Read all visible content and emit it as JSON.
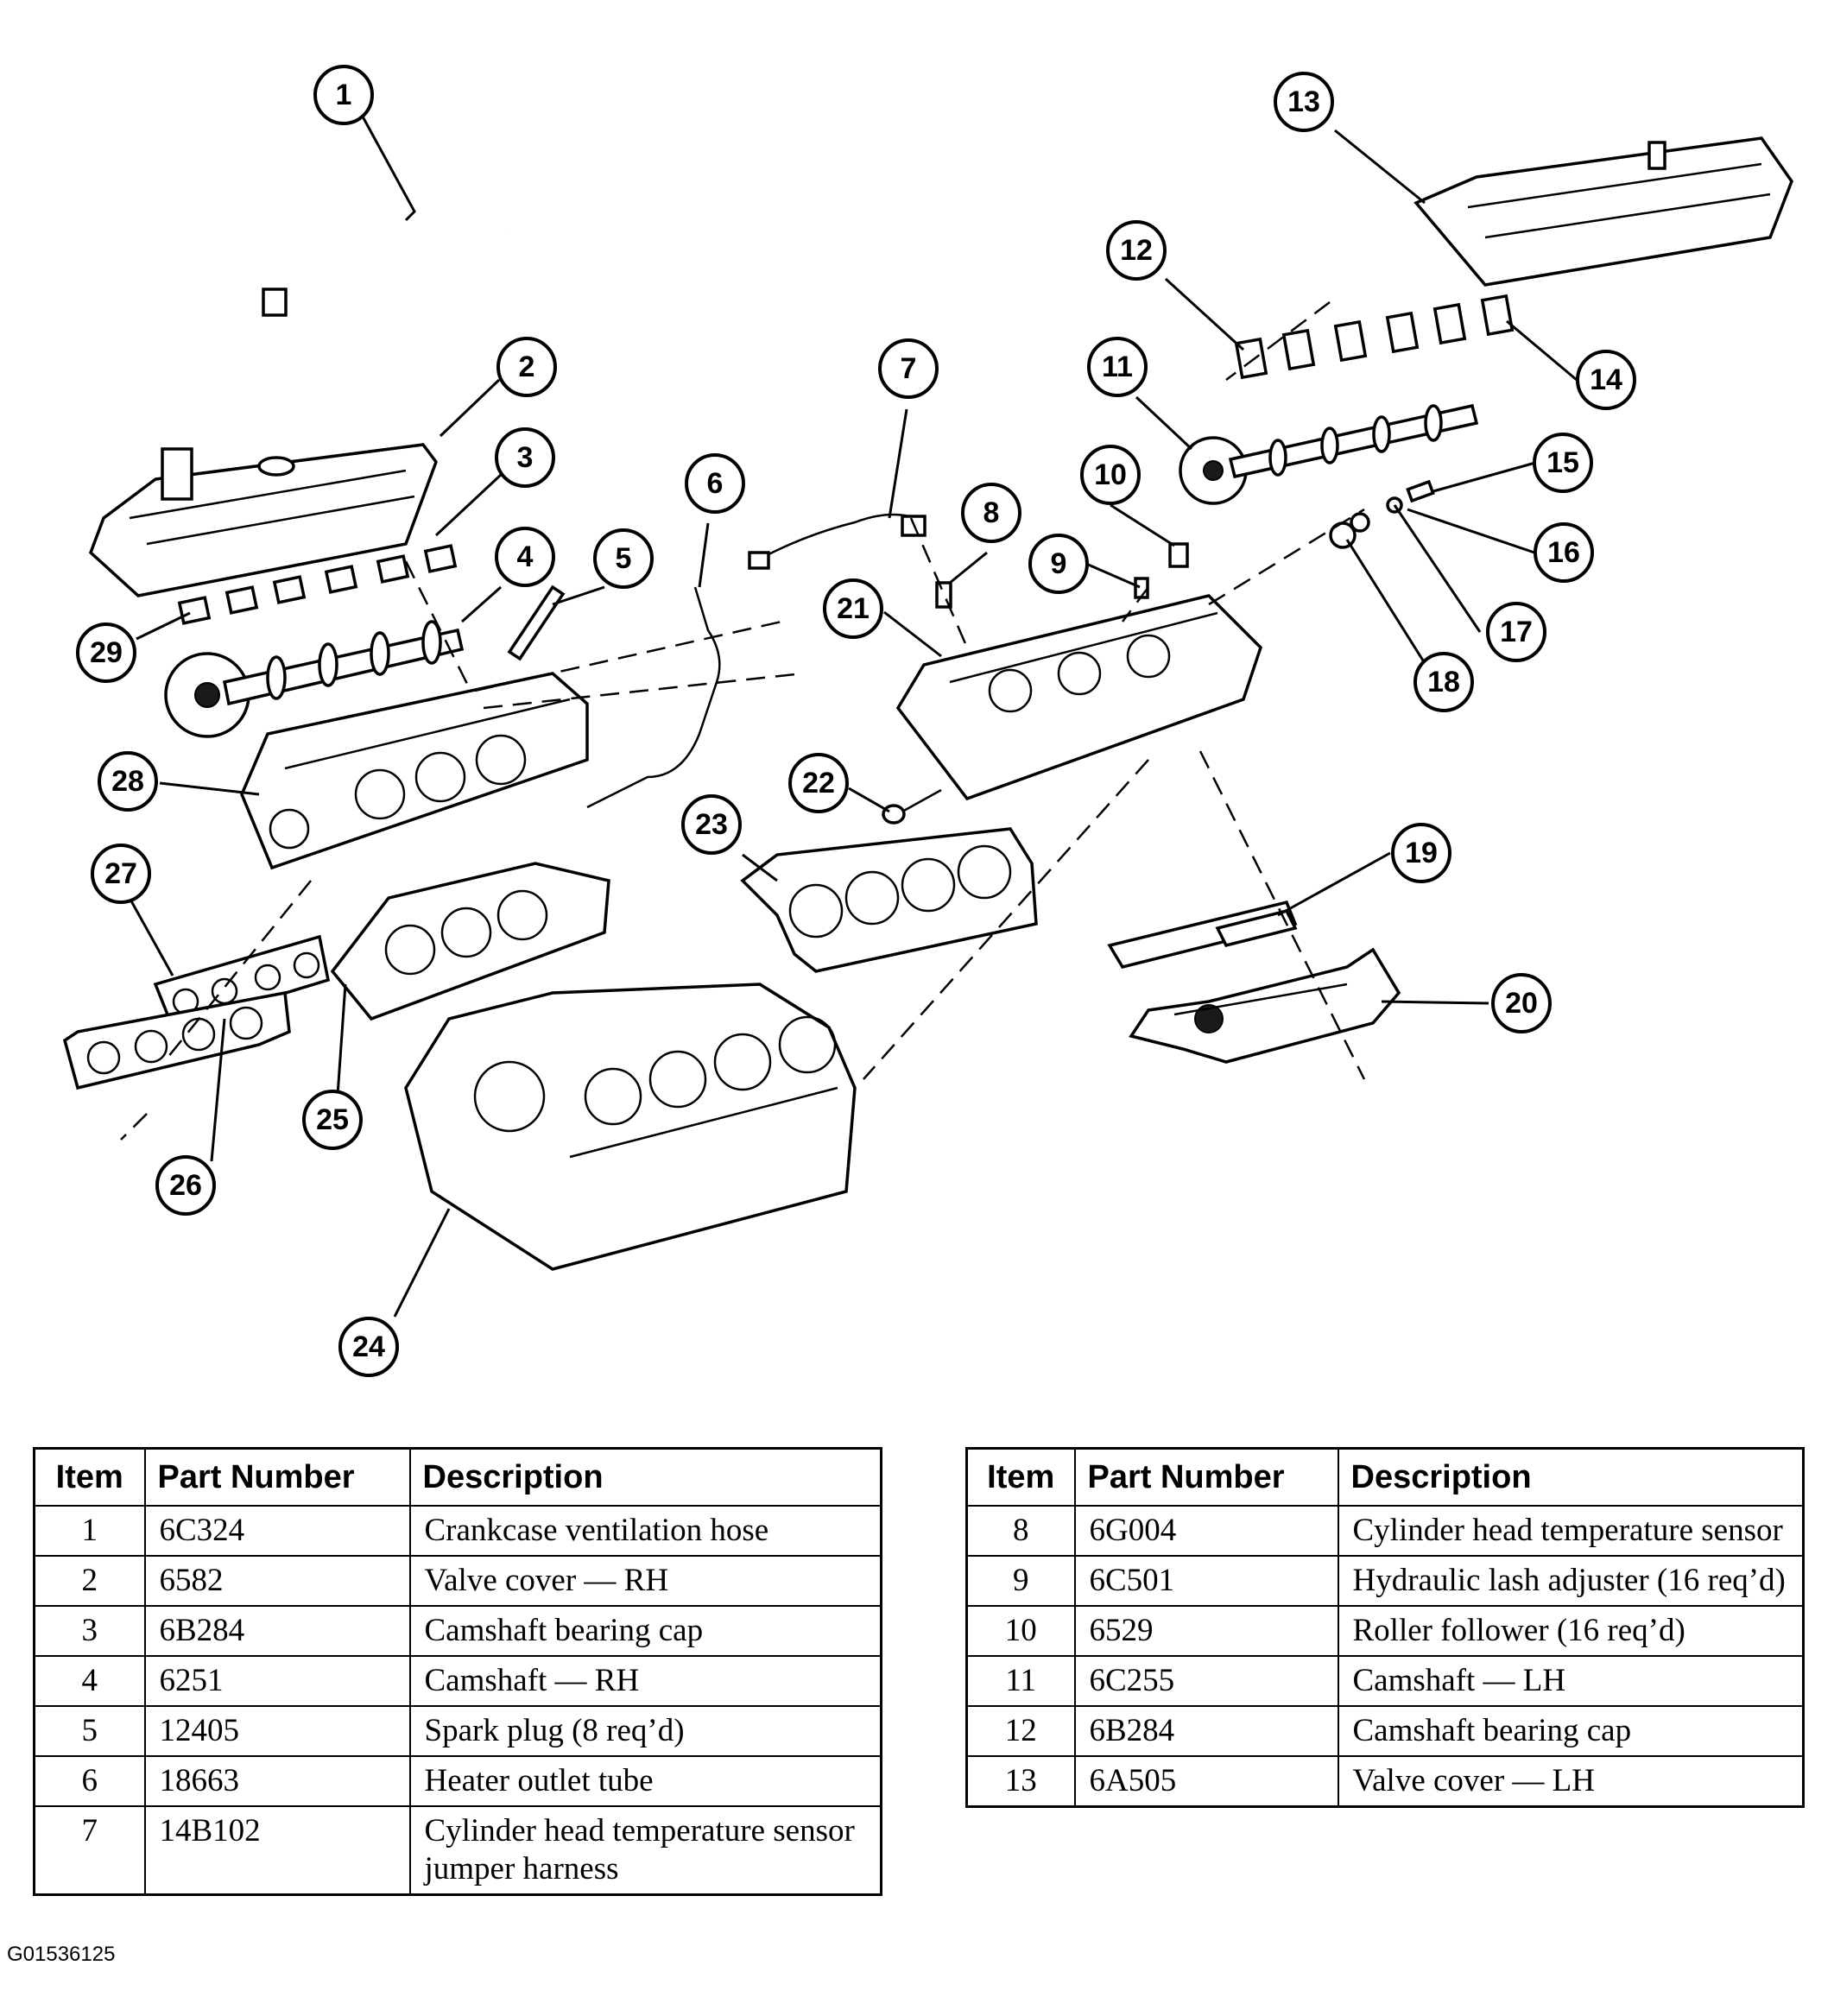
{
  "callouts": [
    "1",
    "2",
    "3",
    "4",
    "5",
    "6",
    "7",
    "8",
    "9",
    "10",
    "11",
    "12",
    "13",
    "14",
    "15",
    "16",
    "17",
    "18",
    "19",
    "20",
    "21",
    "22",
    "23",
    "24",
    "25",
    "26",
    "27",
    "28",
    "29"
  ],
  "table_headers": {
    "item": "Item",
    "part_number": "Part Number",
    "description": "Description"
  },
  "parts_left": [
    {
      "item": "1",
      "part_number": "6C324",
      "description": "Crankcase ventilation hose"
    },
    {
      "item": "2",
      "part_number": "6582",
      "description": "Valve cover — RH"
    },
    {
      "item": "3",
      "part_number": "6B284",
      "description": "Camshaft bearing cap"
    },
    {
      "item": "4",
      "part_number": "6251",
      "description": "Camshaft — RH"
    },
    {
      "item": "5",
      "part_number": "12405",
      "description": "Spark plug (8 req’d)"
    },
    {
      "item": "6",
      "part_number": "18663",
      "description": "Heater outlet tube"
    },
    {
      "item": "7",
      "part_number": "14B102",
      "description": "Cylinder head temperature sensor jumper harness"
    }
  ],
  "parts_right": [
    {
      "item": "8",
      "part_number": "6G004",
      "description": "Cylinder head temperature sensor"
    },
    {
      "item": "9",
      "part_number": "6C501",
      "description": "Hydraulic lash adjuster (16 req’d)"
    },
    {
      "item": "10",
      "part_number": "6529",
      "description": "Roller follower (16 req’d)"
    },
    {
      "item": "11",
      "part_number": "6C255",
      "description": "Camshaft — LH"
    },
    {
      "item": "12",
      "part_number": "6B284",
      "description": "Camshaft bearing cap"
    },
    {
      "item": "13",
      "part_number": "6A505",
      "description": "Valve cover — LH"
    }
  ],
  "figure_id": "G01536125"
}
